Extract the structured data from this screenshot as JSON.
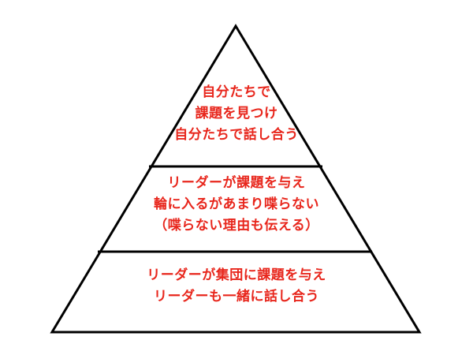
{
  "pyramid": {
    "colors": {
      "outline": "#000000",
      "text": "#e8261c",
      "fill": "#ffffff"
    },
    "tiers": [
      {
        "position": "top",
        "lines": [
          "自分たちで",
          "課題を見つけ",
          "自分たちで話し合う"
        ]
      },
      {
        "position": "middle",
        "lines": [
          "リーダーが課題を与え",
          "輪に入るがあまり喋らない",
          "（喋らない理由も伝える）"
        ]
      },
      {
        "position": "bottom",
        "lines": [
          "リーダーが集団に課題を与え",
          "リーダーも一緒に話し合う"
        ]
      }
    ]
  }
}
